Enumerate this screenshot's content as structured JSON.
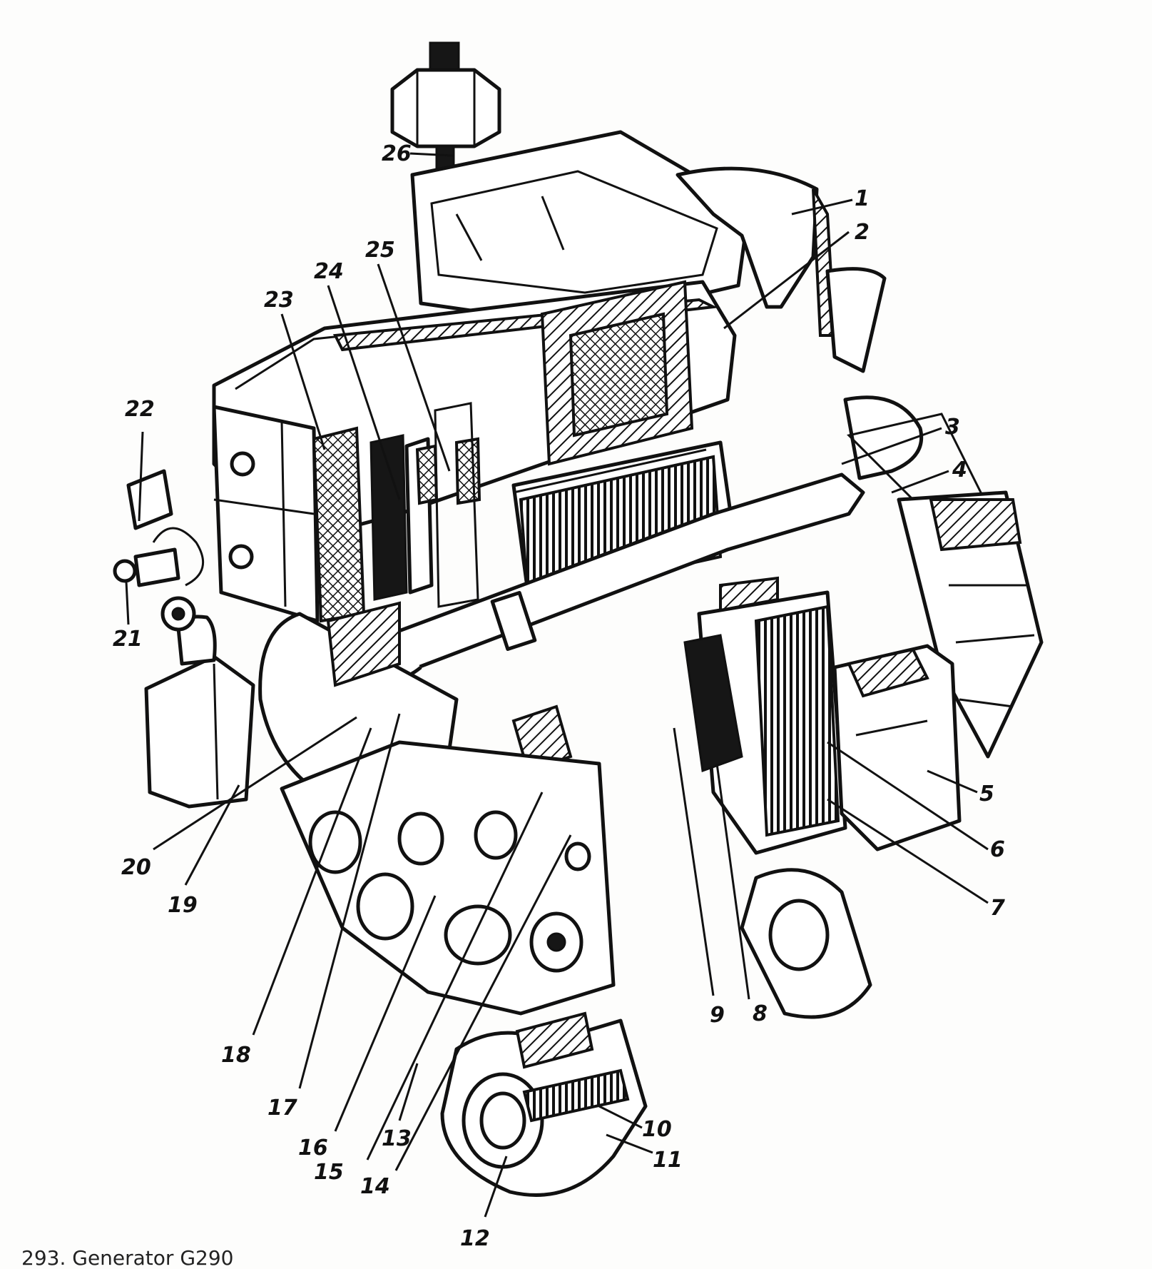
{
  "figure": {
    "caption": "293. Generator G290",
    "callouts": [
      {
        "id": "c1",
        "text": "1"
      },
      {
        "id": "c2",
        "text": "2"
      },
      {
        "id": "c3",
        "text": "3"
      },
      {
        "id": "c4",
        "text": "4"
      },
      {
        "id": "c5",
        "text": "5"
      },
      {
        "id": "c6",
        "text": "6"
      },
      {
        "id": "c7",
        "text": "7"
      },
      {
        "id": "c8",
        "text": "8"
      },
      {
        "id": "c9",
        "text": "9"
      },
      {
        "id": "c10",
        "text": "10"
      },
      {
        "id": "c11",
        "text": "11"
      },
      {
        "id": "c12",
        "text": "12"
      },
      {
        "id": "c13",
        "text": "13"
      },
      {
        "id": "c14",
        "text": "14"
      },
      {
        "id": "c15",
        "text": "15"
      },
      {
        "id": "c16",
        "text": "16"
      },
      {
        "id": "c17",
        "text": "17"
      },
      {
        "id": "c18",
        "text": "18"
      },
      {
        "id": "c19",
        "text": "19"
      },
      {
        "id": "c20",
        "text": "20"
      },
      {
        "id": "c21",
        "text": "21"
      },
      {
        "id": "c22",
        "text": "22"
      },
      {
        "id": "c23",
        "text": "23"
      },
      {
        "id": "c24",
        "text": "24"
      },
      {
        "id": "c25",
        "text": "25"
      },
      {
        "id": "c26",
        "text": "26"
      }
    ]
  }
}
